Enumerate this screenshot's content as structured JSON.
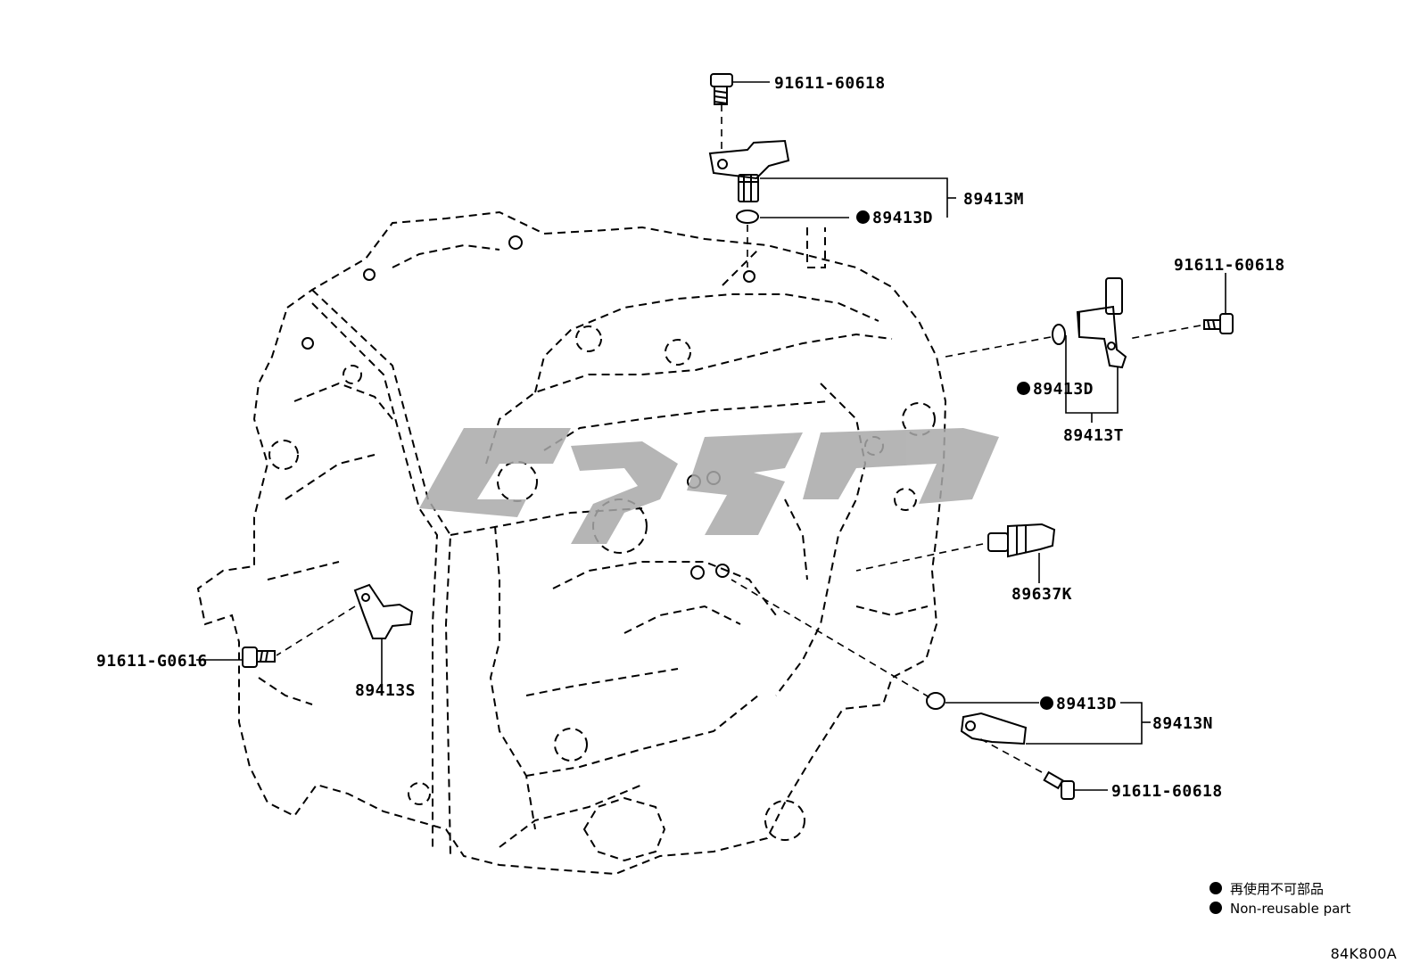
{
  "callouts": {
    "bolt_top": "91611-60618",
    "sensor_m": "89413M",
    "oring_m": "89413D",
    "bolt_right": "91611-60618",
    "oring_t": "89413D",
    "sensor_t": "89413T",
    "switch_k": "89637K",
    "bolt_left": "91611-G0616",
    "sensor_s": "89413S",
    "oring_n": "89413D",
    "sensor_n": "89413N",
    "bolt_bottom": "91611-60618"
  },
  "legend": {
    "jp": "再使用不可部品",
    "en": "Non-reusable part"
  },
  "drawing_code": "84K800A",
  "colors": {
    "line": "#000000",
    "watermark": "#a9a9a9",
    "background": "#ffffff"
  }
}
